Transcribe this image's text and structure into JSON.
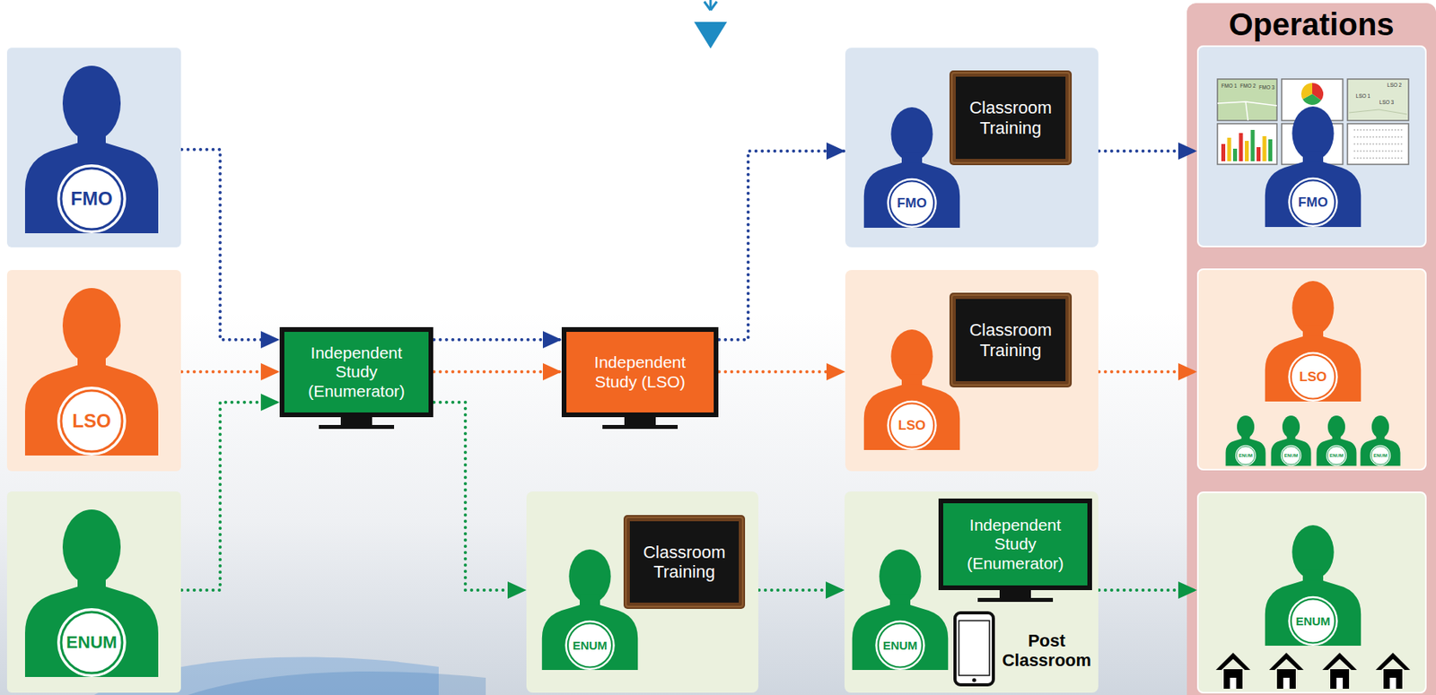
{
  "diagram": {
    "nodes": [
      {
        "text": [
          "FMO"
        ]
      },
      {
        "text": [
          "LSO"
        ]
      },
      {
        "text": [
          "ENUM"
        ]
      },
      {
        "text": [
          "Independent Study (Enumerator)"
        ]
      },
      {
        "text": [
          "Independent Study (LSO)"
        ]
      },
      {
        "text": [
          "Classroom Training",
          "FMO"
        ]
      },
      {
        "text": [
          "Classroom Training",
          "LSO"
        ]
      },
      {
        "text": [
          "Classroom Training",
          "ENUM"
        ]
      },
      {
        "text": [
          "Independent Study (Enumerator)",
          "Post Classroom",
          "ENUM"
        ]
      },
      {
        "text": [
          "Operations"
        ]
      },
      {
        "text": [
          "FMO"
        ],
        "in": 9
      },
      {
        "text": [
          "LSO",
          "ENUM",
          "ENUM",
          "ENUM",
          "ENUM"
        ],
        "in": 9
      },
      {
        "text": [
          "ENUM"
        ],
        "in": 9
      }
    ],
    "edges": [
      {
        "from": 0,
        "to": 3,
        "arrow": "to"
      },
      {
        "from": 1,
        "to": 3,
        "arrow": "to"
      },
      {
        "from": 2,
        "to": 3,
        "arrow": "to"
      },
      {
        "from": 3,
        "to": 4,
        "arrow": "to"
      },
      {
        "from": 3,
        "to": 4,
        "arrow": "to"
      },
      {
        "from": 4,
        "to": 5,
        "arrow": "to"
      },
      {
        "from": 4,
        "to": 6,
        "arrow": "to"
      },
      {
        "from": 3,
        "to": 7,
        "arrow": "to"
      },
      {
        "from": 7,
        "to": 8,
        "arrow": "to"
      },
      {
        "from": 5,
        "to": 10,
        "arrow": "to"
      },
      {
        "from": 6,
        "to": 11,
        "arrow": "to"
      },
      {
        "from": 8,
        "to": 12,
        "arrow": "to"
      }
    ],
    "labels": [
      "FMO 1",
      "FMO 2",
      "FMO 3",
      "LSO 2",
      "LSO 1",
      "LSO 3"
    ]
  }
}
